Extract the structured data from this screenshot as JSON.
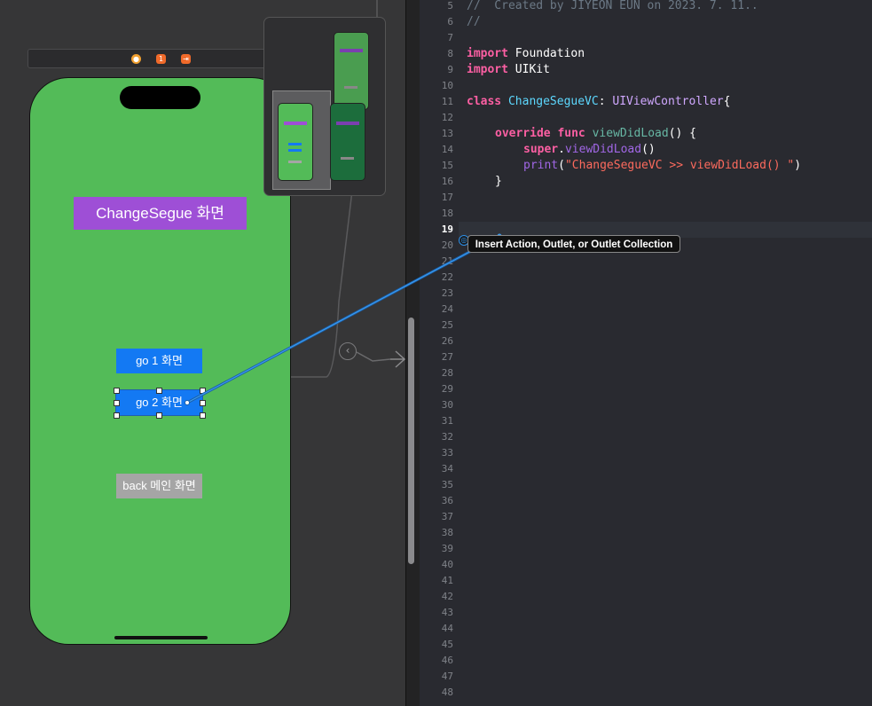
{
  "storyboard": {
    "toolbar": {
      "icons": [
        "view-controller-icon",
        "first-responder-icon",
        "exit-icon"
      ],
      "first_responder_glyph": "1"
    },
    "scene": {
      "title_label": "ChangeSegue 화면",
      "buttons": [
        {
          "label": "go 1 화면",
          "color": "#1379f3"
        },
        {
          "label": "go 2 화면",
          "color": "#1379f3",
          "selected": true
        },
        {
          "label": "back 메인 화면",
          "color": "#a5a5a5"
        }
      ],
      "background_color": "#53bb58"
    }
  },
  "editor": {
    "current_line": 19,
    "lines": [
      {
        "n": "5"
      },
      {
        "n": "6"
      },
      {
        "n": "7"
      },
      {
        "n": "8"
      },
      {
        "n": "9"
      },
      {
        "n": "10"
      },
      {
        "n": "11"
      },
      {
        "n": "12"
      },
      {
        "n": "13"
      },
      {
        "n": "14"
      },
      {
        "n": "15"
      },
      {
        "n": "16"
      },
      {
        "n": "17"
      },
      {
        "n": "18"
      },
      {
        "n": "19"
      },
      {
        "n": "20"
      },
      {
        "n": "21"
      },
      {
        "n": "22"
      },
      {
        "n": "23"
      },
      {
        "n": "24"
      },
      {
        "n": "25"
      },
      {
        "n": "26"
      },
      {
        "n": "27"
      },
      {
        "n": "28"
      },
      {
        "n": "29"
      },
      {
        "n": "30"
      },
      {
        "n": "31"
      },
      {
        "n": "32"
      },
      {
        "n": "33"
      },
      {
        "n": "34"
      },
      {
        "n": "35"
      },
      {
        "n": "36"
      },
      {
        "n": "37"
      },
      {
        "n": "38"
      },
      {
        "n": "39"
      },
      {
        "n": "40"
      },
      {
        "n": "41"
      },
      {
        "n": "42"
      },
      {
        "n": "43"
      },
      {
        "n": "44"
      },
      {
        "n": "45"
      },
      {
        "n": "46"
      },
      {
        "n": "47"
      },
      {
        "n": "48"
      }
    ],
    "code": {
      "l5": "//  Created by JIYEON EUN on 2023. 7. 11..",
      "l6": "//",
      "l8_kw": "import",
      "l8_mod": " Foundation",
      "l9_kw": "import",
      "l9_mod": " UIKit",
      "l11_kw": "class",
      "l11_name": " ChangeSegueVC",
      "l11_colon": ": ",
      "l11_super": "UIViewController",
      "l11_brace": "{",
      "l13_kw1": "override",
      "l13_kw2": " func",
      "l13_name": " viewDidLoad",
      "l13_rest": "() {",
      "l14_kw": "super",
      "l14_dot": ".",
      "l14_call": "viewDidLoad",
      "l14_rest": "()",
      "l15_fn": "print",
      "l15_open": "(",
      "l15_str": "\"ChangeSegueVC >> viewDidLoad() \"",
      "l15_close": ")",
      "l16": "}"
    },
    "tooltip": "Insert Action, Outlet, or Outlet Collection"
  },
  "colors": {
    "keyword": "#fc5fa3",
    "type": "#5dd8ff",
    "string": "#fc6a5d",
    "comment": "#6c7986",
    "connection_line": "#2c8fe8"
  }
}
